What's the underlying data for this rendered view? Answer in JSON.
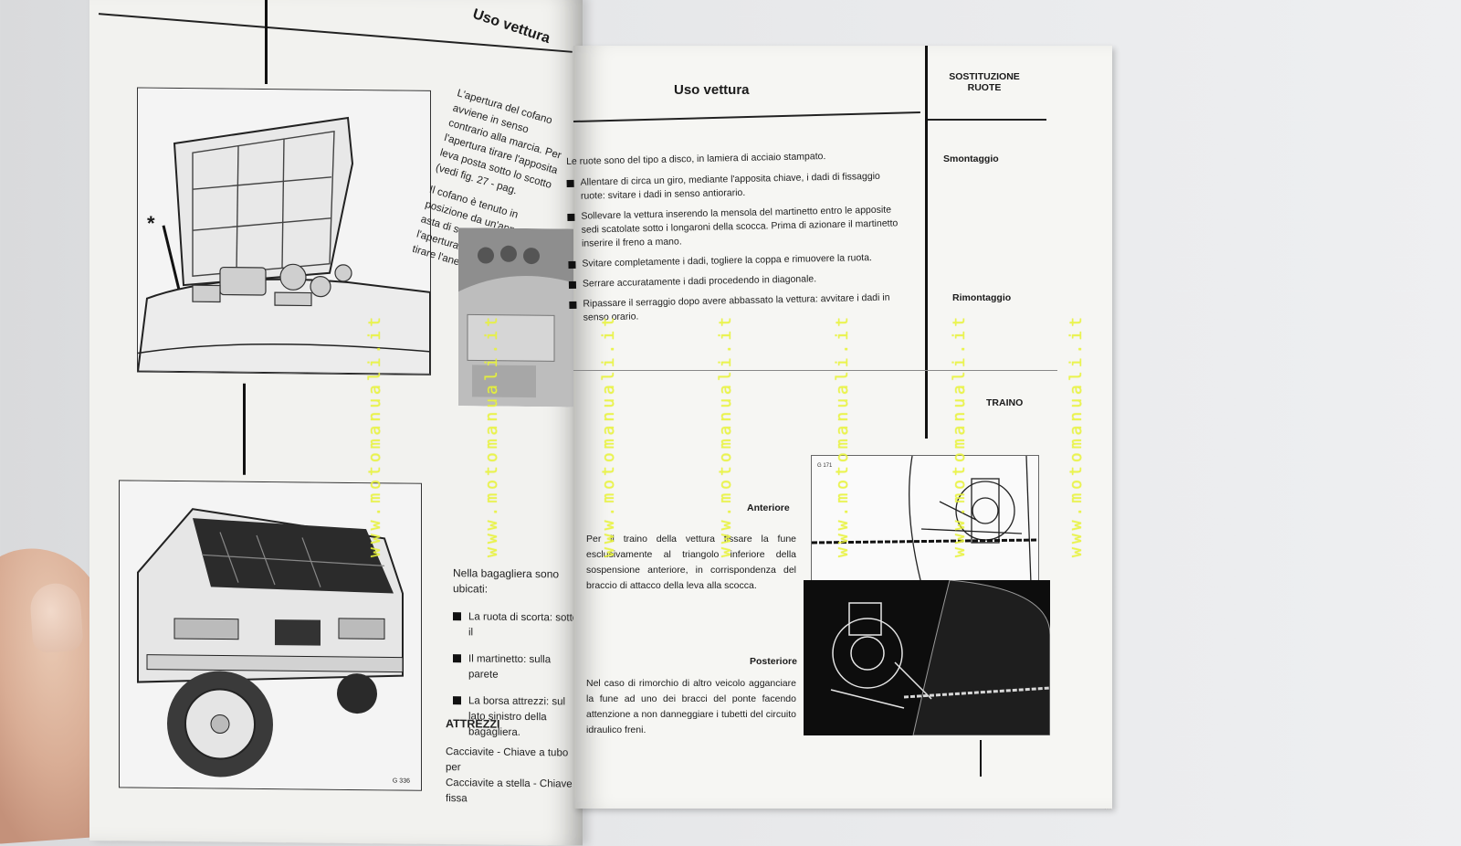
{
  "left_page": {
    "header_title": "Uso vettura",
    "hood_text_1": "L'apertura del cofano avviene in senso contrario alla marcia. Per l'apertura tirare l'apposita leva posta sotto lo scotto (vedi fig. 27 - pag.",
    "hood_text_2": "Il cofano è tenuto in posizione da un'apposita asta di sostegno. Per l'apertura di emergenza tirare l'anellino indicato",
    "asterisk": "*",
    "trunk_intro": "Nella bagagliera sono ubicati:",
    "trunk_items": [
      "La ruota di scorta: sotto il",
      "Il martinetto: sulla parete",
      "La borsa attrezzi: sul lato sinistro della bagagliera."
    ],
    "tools_heading": "ATTREZZI",
    "tools_lines": [
      "Cacciavite - Chiave a tubo per",
      "Cacciavite a stella - Chiave fissa"
    ],
    "fig_ref": "G 336"
  },
  "right_page": {
    "header_title": "Uso vettura",
    "side_header": "SOSTITUZIONE\nRUOTE",
    "side_smontaggio": "Smontaggio",
    "side_rimontaggio": "Rimontaggio",
    "side_traino": "TRAINO",
    "intro": "Le ruote sono del tipo a disco, in lamiera di acciaio stampato.",
    "bullets": [
      "Allentare di circa un giro, mediante l'apposita chiave, i dadi di fissaggio ruote: svitare i dadi in senso antiorario.",
      "Sollevare la vettura inserendo la mensola del martinetto entro le apposite sedi scatolate sotto i longaroni della scocca. Prima di azionare il martinetto inserire il freno a mano.",
      "Svitare completamente i dadi, togliere la coppa e rimuovere la ruota.",
      "Serrare accuratamente i dadi procedendo in diagonale.",
      "Ripassare il serraggio dopo avere abbassato la vettura: avvitare i dadi in senso orario."
    ],
    "anteriore_heading": "Anteriore",
    "anteriore_text": "Per il traino della vettura fissare la fune esclusivamente al triangolo inferiore della sospensione anteriore, in corrispondenza del braccio di attacco della leva alla scocca.",
    "posteriore_heading": "Posteriore",
    "posteriore_text": "Nel caso di rimorchio di altro veicolo agganciare la fune ad uno dei bracci del ponte facendo attenzione a non danneggiare i tubetti del circuito idraulico freni.",
    "fig_ref": "G 171"
  },
  "watermark": "www.motomanuali.it"
}
